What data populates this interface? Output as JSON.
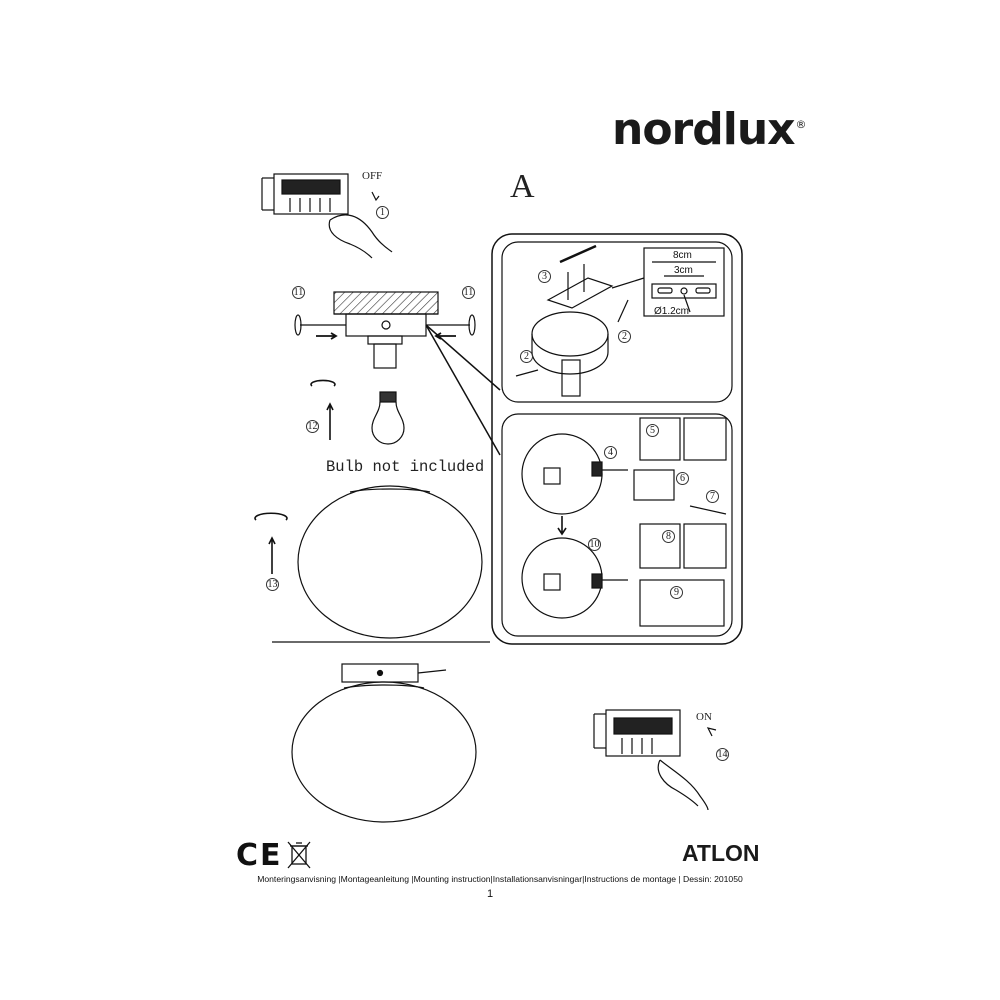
{
  "brand": {
    "logo_text": "nordlux",
    "registered_mark": "®"
  },
  "section_label": "A",
  "switch_off": {
    "label": "OFF",
    "step": "1"
  },
  "switch_on": {
    "label": "ON",
    "step": "14"
  },
  "steps": {
    "s2a": "2",
    "s2b": "2",
    "s3": "3",
    "s4": "4",
    "s5": "5",
    "s6": "6",
    "s7": "7",
    "s8": "8",
    "s9": "9",
    "s10": "10",
    "s11a": "11",
    "s11b": "11",
    "s12": "12",
    "s13": "13"
  },
  "bracket_dimensions": {
    "outer": "8cm",
    "inner": "3cm",
    "hole": "Ø1.2cm"
  },
  "bulb_note": "Bulb not included",
  "certification": {
    "ce_mark": "CE",
    "weee_icon": "crossed-out-bin-icon"
  },
  "product_name": "ATLON",
  "footer_text": "Monteringsanvisning |Montageanleitung |Mounting instruction|Installationsanvisningar|Instructions de montage | Dessin: 201050",
  "page_number": "1",
  "colors": {
    "ink": "#1a1a1a",
    "paper": "#ffffff"
  }
}
